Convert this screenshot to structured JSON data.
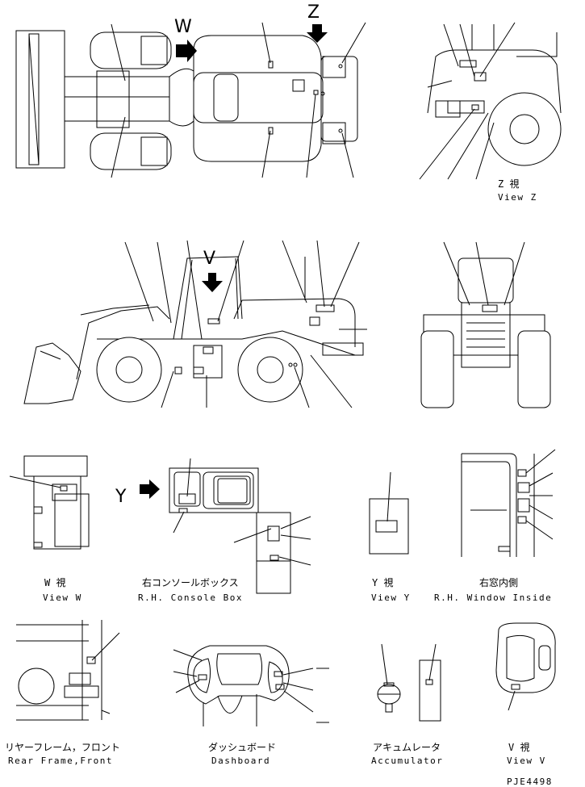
{
  "markers": {
    "w": "W",
    "z": "Z",
    "v": "V",
    "y": "Y"
  },
  "captions": {
    "view_z": {
      "jp": "Z  視",
      "en": "View Z"
    },
    "view_w": {
      "jp": "W  視",
      "en": "View W"
    },
    "rh_console_box": {
      "jp": "右コンソールボックス",
      "en": "R.H. Console Box"
    },
    "view_y": {
      "jp": "Y  視",
      "en": "View Y"
    },
    "rh_window_inside": {
      "jp": "右窓内側",
      "en": "R.H. Window Inside"
    },
    "rear_frame_front": {
      "jp": "リヤーフレーム，フロント",
      "en": "Rear Frame,Front"
    },
    "dashboard": {
      "jp": "ダッシュボード",
      "en": "Dashboard"
    },
    "accumulator": {
      "jp": "アキュムレータ",
      "en": "Accumulator"
    },
    "view_v": {
      "jp": "V  視",
      "en": "View V"
    }
  },
  "drawing_number": "PJE4498",
  "colors": {
    "ink": "#000000",
    "paper": "#ffffff"
  }
}
